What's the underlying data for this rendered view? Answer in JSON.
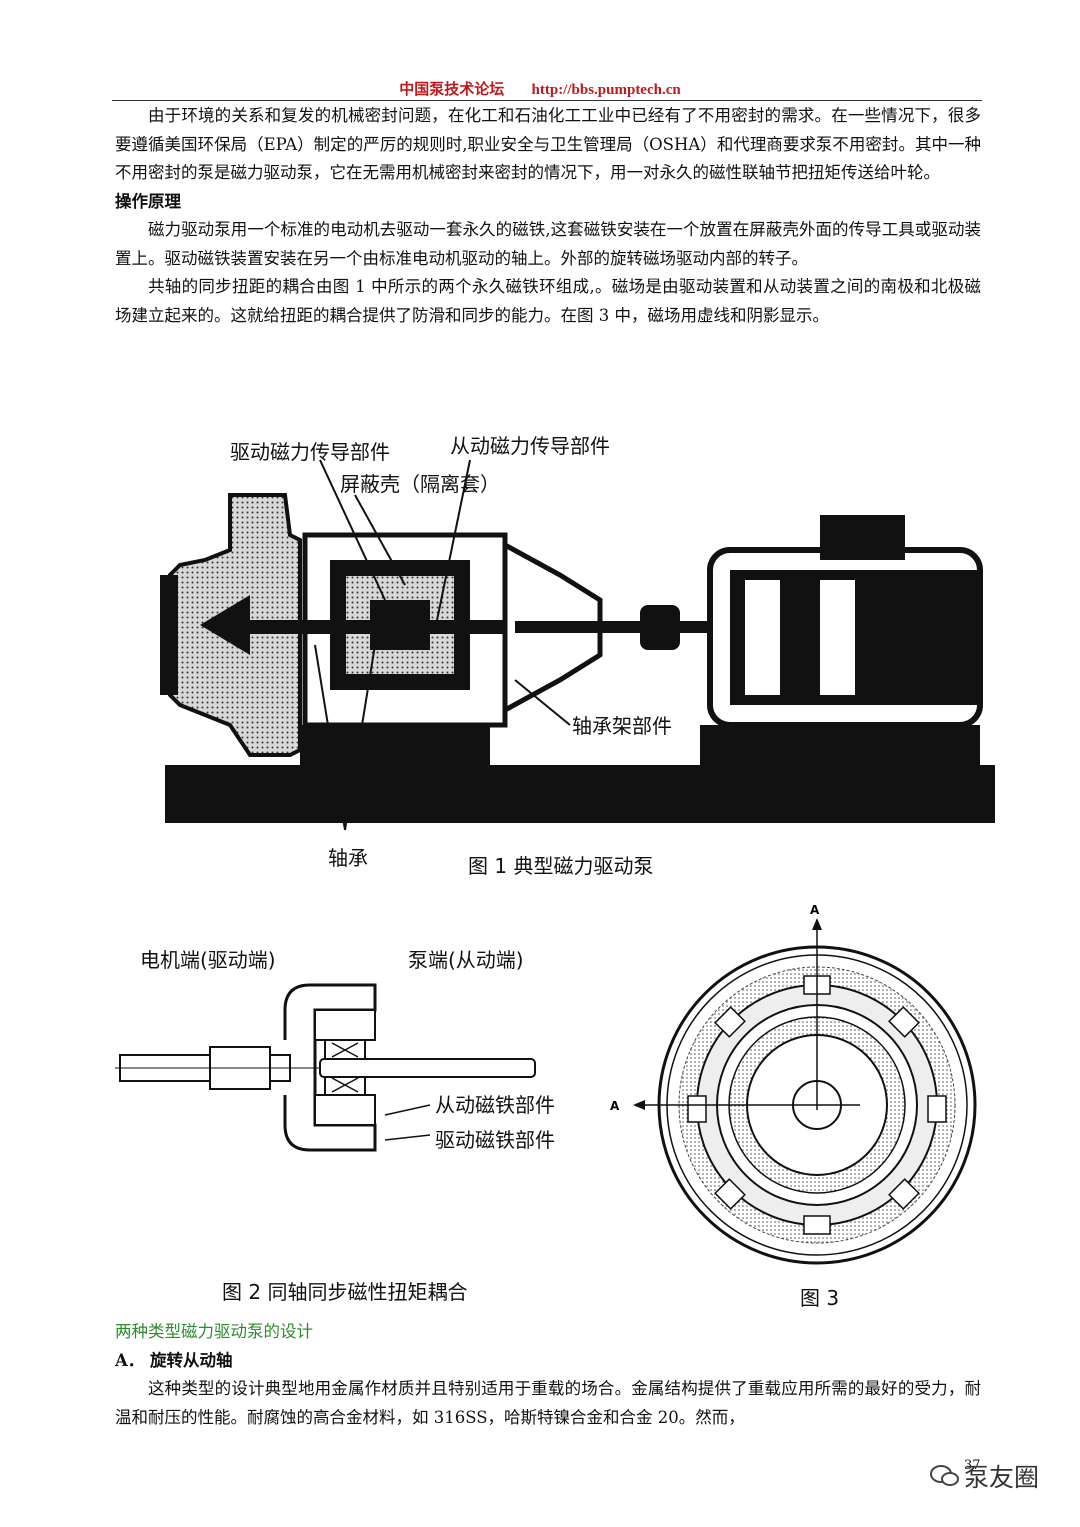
{
  "header": {
    "forum_name": "中国泵技术论坛",
    "url": "http://bbs.pumptech.cn"
  },
  "intro_paragraph": "由于环境的关系和复发的机械密封问题，在化工和石油化工工业中已经有了不用密封的需求。在一些情况下，很多要遵循美国环保局（EPA）制定的严厉的规则时,职业安全与卫生管理局（OSHA）和代理商要求泵不用密封。其中一种不用密封的泵是磁力驱动泵，它在无需用机械密封来密封的情况下，用一对永久的磁性联轴节把扭矩传送给叶轮。",
  "section_title": "操作原理",
  "principle_paragraph_1": "磁力驱动泵用一个标准的电动机去驱动一套永久的磁铁,这套磁铁安装在一个放置在屏蔽壳外面的传导工具或驱动装置上。驱动磁铁装置安装在另一个由标准电动机驱动的轴上。外部的旋转磁场驱动内部的转子。",
  "principle_paragraph_2": "共轴的同步扭距的耦合由图 1 中所示的两个永久磁铁环组成,。磁场是由驱动装置和从动装置之间的南极和北极磁场建立起来的。这就给扭距的耦合提供了防滑和同步的能力。在图 3 中，磁场用虚线和阴影显示。",
  "figure1": {
    "label_drive_conductor": "驱动磁力传导部件",
    "label_driven_conductor": "从动磁力传导部件",
    "label_shell": "屏蔽壳（隔离套）",
    "label_bearing_frame": "轴承架部件",
    "label_bearing": "轴承",
    "caption": "图 1 典型磁力驱动泵"
  },
  "figure2": {
    "label_motor_end": "电机端(驱动端)",
    "label_pump_end": "泵端(从动端)",
    "label_driven_magnet": "从动磁铁部件",
    "label_drive_magnet": "驱动磁铁部件",
    "caption": "图 2 同轴同步磁性扭矩耦合"
  },
  "figure3": {
    "axis_label_top": "A",
    "axis_label_left": "A",
    "caption": "图 3"
  },
  "design_title": "两种类型磁力驱动泵的设计",
  "subsection_a": "A． 旋转从动轴",
  "design_paragraph": "这种类型的设计典型地用金属作材质并且特别适用于重载的场合。金属结构提供了重载应用所需的最好的受力，耐温和耐压的性能。耐腐蚀的高合金材料，如 316SS，哈斯特镍合金和合金 20。然而，",
  "page_number": "37",
  "watermark": "泵友圈"
}
